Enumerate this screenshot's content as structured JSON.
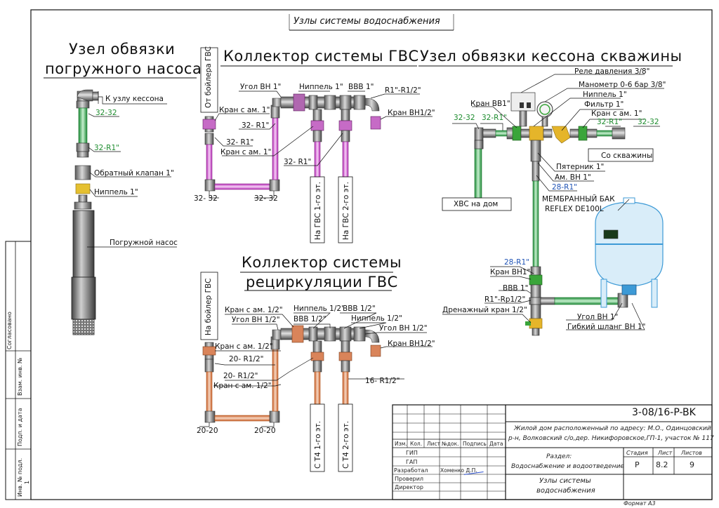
{
  "sheet_title": "Узлы системы водоснабжения",
  "sections": {
    "pump": "Узел обвязки погружного насоса",
    "pump_line1": "Узел обвязки",
    "pump_line2": "погружного насоса",
    "gvs": "Коллектор системы ГВС",
    "kesson": "Узел обвязки кессона скважины",
    "recirc_line1": "Коллектор системы",
    "recirc_line2": "рециркуляции ГВС"
  },
  "pump_labels": {
    "to_kesson": "К узлу кессона",
    "fit1": "32-32",
    "fit2": "32-R1\"",
    "check_valve": "Обратный клапан 1\"",
    "nipple": "Ниппель 1\"",
    "pump": "Погружной насос"
  },
  "gvs_labels": {
    "from_boiler": "От бойлера ГВС",
    "angle": "Угол ВН 1\"",
    "nipple": "Ниппель 1\"",
    "bbb": "ВВВ 1\"",
    "r1_r12": "R1\"-R1/2\"",
    "valve_half": "Кран ВН1/2\"",
    "valve_am": "Кран с ам. 1\"",
    "r32_r1a": "32- R1\"",
    "r32_r1b": "32- R1\"",
    "valve_am2": "Кран с ам. 1\"",
    "r32_r1c": "32- R1\"",
    "f32a": "32- 32",
    "f32b": "32- 32",
    "out1": "На ГВС 1-го эт.",
    "out2": "На ГВС 2-го эт."
  },
  "recirc_labels": {
    "to_boiler": "На бойлер ГВС",
    "valve_am1": "Кран с ам. 1/2\"",
    "angle": "Угол ВН 1/2\"",
    "nipple1": "Ниппель 1/2\"",
    "bbb1": "ВВВ 1/2\"",
    "bbb2": "ВВВ 1/2\"",
    "nipple2": "Ниппель 1/2\"",
    "angle2": "Угол ВН 1/2\"",
    "valve_half": "Кран ВН1/2\"",
    "valve_am2": "Кран с ам. 1/2\"",
    "r20a": "20- R1/2\"",
    "r20b": "20- R1/2\"",
    "valve_am3": "Кран с ам. 1/2\"",
    "r16": "16- R1/2\"",
    "f20a": "20-20",
    "f20b": "20-20",
    "in1": "С Т4 1-го эт.",
    "in2": "С Т4 2-го эт."
  },
  "kesson_labels": {
    "relay": "Реле давления 3/8\"",
    "manometer": "Манометр 0-6 бар 3/8\"",
    "valve_bb1": "Кран ВВ1\"",
    "nipple": "Ниппель 1\"",
    "filter": "Фильтр 1\"",
    "valve_am": "Кран с ам. 1\"",
    "f3232a": "32-32",
    "r32a": "32-R1\"",
    "r32b": "32-R1\"",
    "f3232b": "32-32",
    "from_well": "Со скважины",
    "five_way": "Пятерник 1\"",
    "am_bh": "Ам. ВН 1\"",
    "r28a": "28-R1\"",
    "hvs": "ХВС на дом",
    "tank1": "МЕМБРАННЫЙ БАК",
    "tank2": "REFLEX DE100L",
    "r28b": "28-R1\"",
    "valve_bh1": "Кран ВН1\"",
    "bbb": "ВВВ 1\"",
    "r1_rp": "R1\"-Rp1/2\"",
    "drain": "Дренажный кран 1/2\"",
    "angle": "Угол ВН 1\"",
    "hose": "Гибкий шланг ВН 1\""
  },
  "side_stamp": {
    "agreed": "Согласовано",
    "vzam": "Взам. инв. №",
    "sign_date": "Подп. и дата",
    "inv": "Инв. № подл.",
    "inv_val": "1"
  },
  "title_block": {
    "code": "3-08/16-P-BK",
    "address1": "Жилой дом расположенный по адресу: М.О., Одинцовский",
    "address2": "р-н, Волковский с/о,дер. Никифоровское,ГП-1, участок № 117",
    "col_izm": "Изм.",
    "col_kol": "Кол.",
    "col_list": "Лист",
    "col_ndok": "№док.",
    "col_podp": "Подпись",
    "col_data": "Дата",
    "gip": "ГИП",
    "gap": "ГАП",
    "razrab": "Разработал",
    "razrab_name": "Хоменко Д.П.",
    "proveril": "Проверил",
    "direktor": "Директор",
    "razdel_label": "Раздел:",
    "razdel": "Водоснабжение и водоотведение",
    "stadia_h": "Стадия",
    "list_h": "Лист",
    "listov_h": "Листов",
    "stadia": "Р",
    "list": "8.2",
    "listov": "9",
    "name1": "Узлы системы",
    "name2": "водоснабжения",
    "format": "Формат А3"
  },
  "colors": {
    "pipe_green": "#2ea84a",
    "pipe_magenta": "#d94fd9",
    "pipe_orange": "#e07a3a",
    "tank_blue": "#3d9ad6",
    "valve_purple": "#8a2a8a",
    "valve_red": "#c0392b",
    "line": "#111111"
  }
}
